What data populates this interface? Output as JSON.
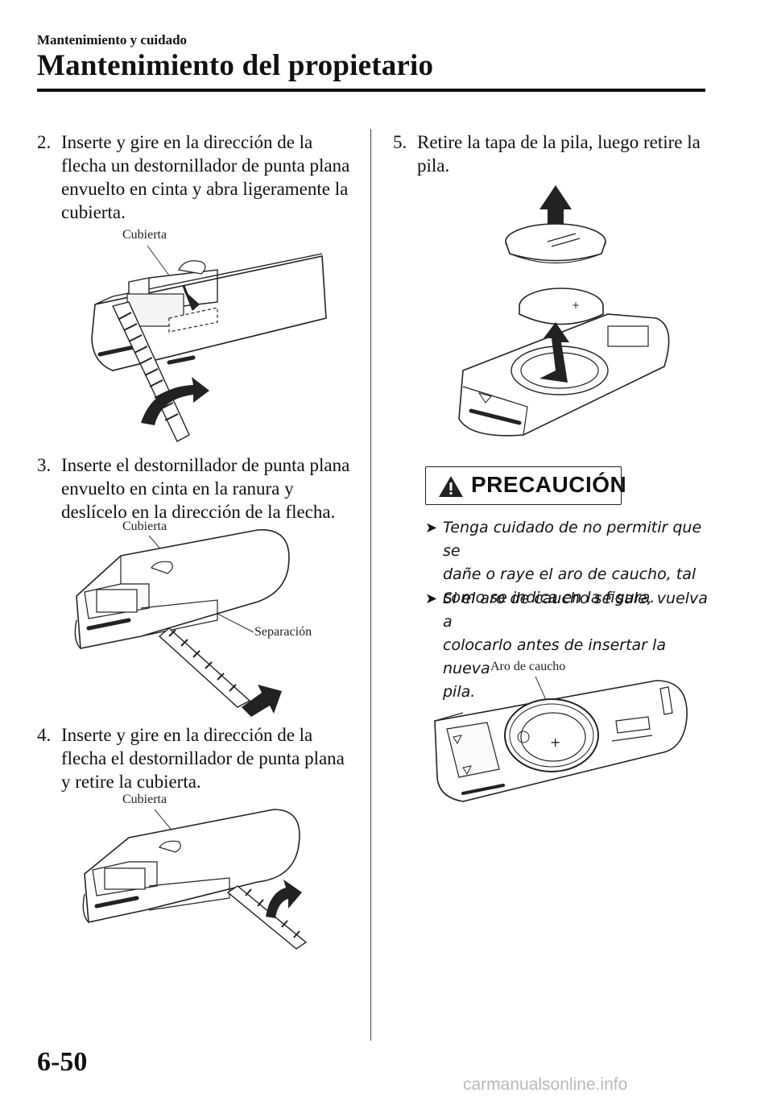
{
  "header": {
    "section": "Mantenimiento y cuidado",
    "title": "Mantenimiento del propietario"
  },
  "steps": {
    "s2": {
      "num": "2.",
      "lines": [
        "Inserte y gire en la dirección de la",
        "flecha un destornillador de punta plana",
        "envuelto en cinta y abra ligeramente la",
        "cubierta."
      ]
    },
    "s3": {
      "num": "3.",
      "lines": [
        "Inserte el destornillador de punta plana",
        "envuelto en cinta en la ranura y",
        "deslícelo en la dirección de la flecha."
      ]
    },
    "s4": {
      "num": "4.",
      "lines": [
        "Inserte y gire en la dirección de la",
        "flecha el destornillador de punta plana",
        "y retire la cubierta."
      ]
    },
    "s5": {
      "num": "5.",
      "lines": [
        "Retire la tapa de la pila, luego retire la",
        "pila."
      ]
    }
  },
  "figures": {
    "fig2_label": "Cubierta",
    "fig3_label_cover": "Cubierta",
    "fig3_label_gap": "Separación",
    "fig4_label": "Cubierta",
    "fig6_label": "Aro de caucho"
  },
  "caution": {
    "title": "PRECAUCIÓN",
    "icon": "warning-triangle-icon",
    "bullets": [
      [
        "Tenga cuidado de no permitir que se",
        "dañe o raye el aro de caucho, tal",
        "como se indica en la figura."
      ],
      [
        "Si el aro de caucho se sale, vuelva a",
        "colocarlo antes de insertar la nueva",
        "pila."
      ]
    ]
  },
  "footer": {
    "page_number": "6-50",
    "watermark": "carmanualsonline.info"
  }
}
